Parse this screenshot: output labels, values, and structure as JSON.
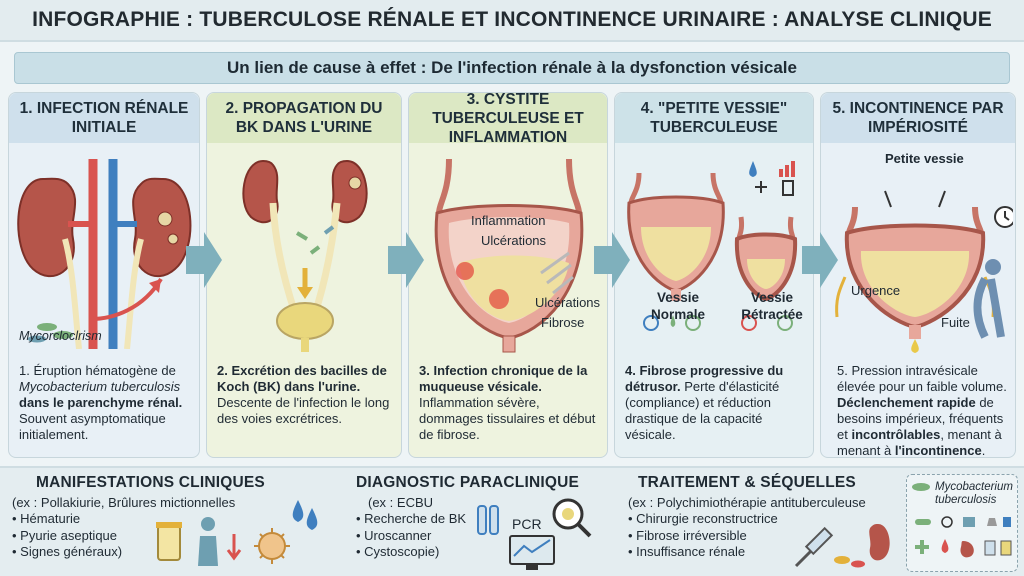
{
  "title": "INFOGRAPHIE : TUBERCULOSE RÉNALE ET INCONTINENCE URINAIRE : ANALYSE CLINIQUE",
  "subtitle": "Un lien de cause à effet : De l'infection rénale à la dysfonction vésicale",
  "steps": [
    {
      "title": "1. INFECTION RÉNALE INITIALE",
      "label": "Mycorcloclrism",
      "desc_lead": "1. Éruption hématogène de",
      "desc_italic": "Mycobacterium tuberculosis",
      "desc_bold": "dans le parenchyme rénal.",
      "desc_rest": "Souvent asymptomatique initialement."
    },
    {
      "title": "2. PROPAGATION DU BK DANS L'URINE",
      "desc_bold": "2. Excrétion des bacilles de Koch (BK) dans l'urine.",
      "desc_rest": "Descente de l'infection le long des voies excrétrices."
    },
    {
      "title": "3. CYSTITE TUBERCULEUSE ET INFLAMMATION",
      "labels": [
        "Inflammation",
        "Ulcérations",
        "Ulcérations",
        "Fibrose"
      ],
      "desc_bold": "3. Infection chronique de la muqueuse vésicale.",
      "desc_rest": "Inflammation sévère, dommages tissulaires et début de fibrose."
    },
    {
      "title": "4. \"PETITE VESSIE\" TUBERCULEUSE",
      "label_normal": "Vessie Normale",
      "label_retracted": "Vessie Rétractée",
      "desc_bold": "4. Fibrose progressive du détrusor.",
      "desc_rest": "Perte d'élasticité (compliance) et réduction drastique de la capacité vésicale."
    },
    {
      "title": "5. INCONTINENCE PAR IMPÉRIOSITÉ",
      "label_small": "Petite vessie",
      "label_urgence": "Urgence",
      "label_fuite": "Fuite",
      "desc_p1": "5. Pression intravésicale élevée pour un faible volume.",
      "desc_b1": "Déclenchement rapide",
      "desc_p2": " de besoins impérieux, fréquents et ",
      "desc_b2": "incontrôlables",
      "desc_p3": ", menant à menant à ",
      "desc_b3": "l'incontinence",
      "desc_p4": "."
    }
  ],
  "bottom": {
    "manifestations": {
      "title": "MANIFESTATIONS CLINIQUES",
      "intro": "(ex : Pollakiurie, Brûlures mictionnelles",
      "items": [
        "Hématurie",
        "Pyurie aseptique",
        "Signes généraux)"
      ]
    },
    "diagnostic": {
      "title": "DIAGNOSTIC PARACLINIQUE",
      "intro": "(ex : ECBU",
      "items": [
        "Recherche de BK",
        "Uroscanner",
        "Cystoscopie)"
      ],
      "pcr": "PCR"
    },
    "traitement": {
      "title": "TRAITEMENT & SÉQUELLES",
      "intro": "(ex : Polychimiothérapie antituberculeuse",
      "items": [
        "Chirurgie reconstructrice",
        "Fibrose irréversible",
        "Insuffisance rénale"
      ]
    },
    "legend": "Mycobacterium tuberculosis"
  },
  "colors": {
    "kidney": "#b5554a",
    "artery": "#d9534f",
    "vein": "#3f7fbf",
    "ureter": "#f1e6b8",
    "urine": "#e9d77c",
    "arrow": "#7fb0bc"
  }
}
